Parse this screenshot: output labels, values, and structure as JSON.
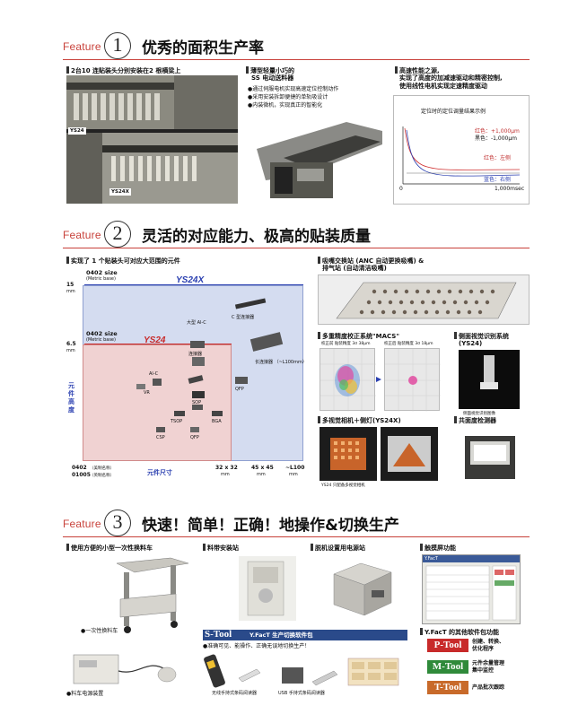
{
  "feature1": {
    "word": "Feature",
    "num": "1",
    "title": "优秀的面积生产率",
    "panel_a": {
      "title": "2台10 连贴装头分别安装在2 根横梁上",
      "tag1": "YS24",
      "tag2": "YS24X"
    },
    "panel_b": {
      "title_line1": "薄型轻量小巧的",
      "title_line2": "SS 电动送料器",
      "bullets": [
        "●通过伺服电机实现高速定位控制动作",
        "●采用安装拆卸便捷的单轨吸设计",
        "●内装微机，实现真正的智能化"
      ]
    },
    "panel_c": {
      "title_line1": "高速性能之源,",
      "title_line2": "实现了高度的加减速驱动和精密控制,",
      "title_line3": "使用线性电机实现定速精度驱动",
      "chart": {
        "title": "定位时的定位调量结果示例",
        "legend1": "红色：+1,000μm",
        "legend2": "黑色：-1,000μm",
        "legend3": "红色：左侧",
        "legend4": "蓝色：右侧",
        "x0": "0",
        "x1": "1,000msec"
      }
    }
  },
  "feature2": {
    "word": "Feature",
    "num": "2",
    "title": "灵活的对应能力、极高的贴装质量",
    "panel_a": {
      "title": "实现了 1 个贴装头可对应大范围的元件",
      "range1_size": "0402 size",
      "range1_base": "(Metric base)",
      "range1_name": "YS24X",
      "range2_size": "0402 size",
      "range2_base": "(Metric base)",
      "range2_name": "YS24",
      "y_top": "15",
      "y_top_unit": "mm",
      "y_mid": "6.5",
      "y_mid_unit": "mm",
      "y_axis": "元件高度",
      "comp_labels": [
        "大型 Al-C",
        "C 型连接器",
        "连接器",
        "长连接器\n（~L100mm）",
        "Al-C",
        "VR",
        "SOP",
        "QFP",
        "TSOP",
        "BGA",
        "CSP",
        "QFP"
      ],
      "x0": "0402",
      "x0_sub": "（美制名称）",
      "x0b": "01005",
      "x0b_sub": "（英制名称）",
      "x_axis": "元件尺寸",
      "x1": "32 x 32",
      "x1_unit": "mm",
      "x2": "45 x 45",
      "x2_unit": "mm",
      "x3": "~L100",
      "x3_unit": "mm"
    },
    "panel_b": {
      "title_line1": "吸嘴交换站 (ANC 自动更换吸嘴) &",
      "title_line2": "排气站 (自动清洁吸嘴)"
    },
    "panel_c": {
      "title": "多重精度校正系统\"MACS\"",
      "caption1": "校正前 贴装精度 3σ 38μm",
      "caption2": "校正后 贴装精度 3σ 18μm"
    },
    "panel_d": {
      "title_line1": "侧面视觉识别系统",
      "title_line2": "(YS24)",
      "caption": "侧面视觉识别图像"
    },
    "panel_e": {
      "title": "多视觉相机＋侧灯(YS24X)",
      "caption": "YS24 只配备多视觉相机"
    },
    "panel_f": {
      "title": "共面度检测器"
    }
  },
  "feature3": {
    "word": "Feature",
    "num": "3",
    "title": "快速！简单！正确！地操作&切换生产",
    "panel_a": {
      "title": "使用方便的小型一次性换料车",
      "label1": "●一次性换料车",
      "label2": "●料车电源装置"
    },
    "panel_b": {
      "title": "料带安装站"
    },
    "panel_c": {
      "title": "脱机设置用电源站"
    },
    "panel_d": {
      "title": "触摸屏功能",
      "screen_header": "Y.FacT"
    },
    "stool": {
      "badge": "S-Tool",
      "title": "Y.FacT 生产切换软件包",
      "desc": "●准确可见、能操作、正确无误地切换生产！",
      "caption1": "无线手持式条码阅读器",
      "caption2": "USB 手持式条码阅读器"
    },
    "other": {
      "title": "Y.FacT 的其他软件包功能",
      "tools": [
        {
          "badge": "P-Tool",
          "line1": "创建、转换、",
          "line2": "优化程序",
          "color": "#c82a2a"
        },
        {
          "badge": "M-Tool",
          "line1": "元件余量管理",
          "line2": "集中监控",
          "color": "#2f8a3a"
        },
        {
          "badge": "T-Tool",
          "line1": "产品批次跟踪",
          "line2": "",
          "color": "#c86a2a"
        }
      ]
    }
  }
}
